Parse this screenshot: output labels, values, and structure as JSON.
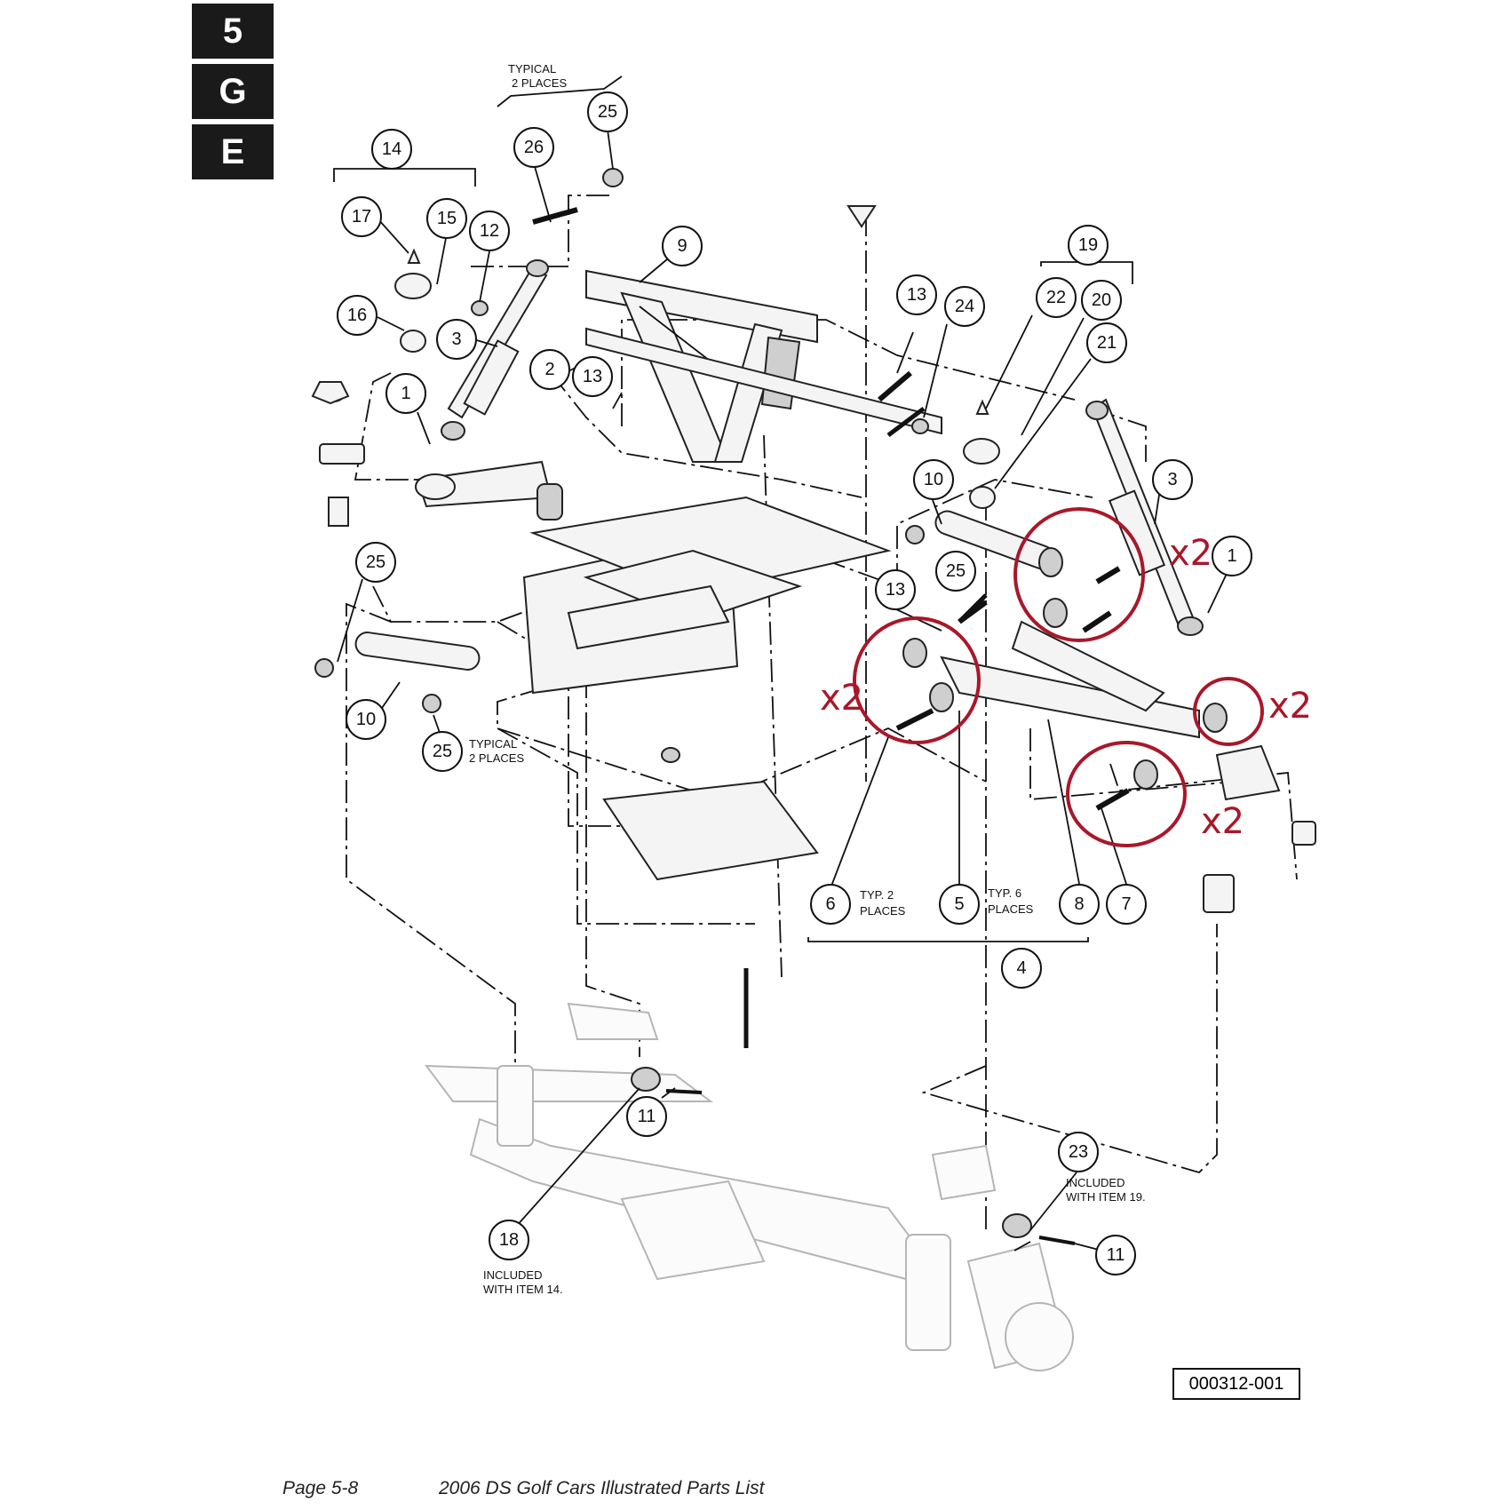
{
  "section_tabs": [
    "5",
    "G",
    "E"
  ],
  "figure_code": "000312-001",
  "footer": {
    "page": "Page 5-8",
    "title": "2006 DS Golf Cars Illustrated Parts List"
  },
  "notes": {
    "typical_2_places_a_1": "TYPICAL",
    "typical_2_places_a_2": "2 PLACES",
    "typical_2_places_b_1": "TYPICAL",
    "typical_2_places_b_2": "2 PLACES",
    "typ2_1": "TYP. 2",
    "typ2_2": "PLACES",
    "typ6_1": "TYP. 6",
    "typ6_2": "PLACES",
    "included19_1": "INCLUDED",
    "included19_2": "WITH ITEM 19.",
    "included14_1": "INCLUDED",
    "included14_2": "WITH ITEM 14."
  },
  "callouts": [
    "14",
    "17",
    "15",
    "12",
    "16",
    "3",
    "26",
    "25",
    "9",
    "2",
    "13",
    "1",
    "19",
    "22",
    "20",
    "21",
    "13",
    "24",
    "3",
    "10",
    "25",
    "1",
    "13",
    "25",
    "10",
    "25",
    "6",
    "5",
    "8",
    "7",
    "4",
    "11",
    "18",
    "23",
    "11"
  ],
  "highlight": {
    "color": "#a8182a",
    "label": "x2",
    "labels": [
      "x2",
      "x2",
      "x2",
      "x2"
    ]
  }
}
